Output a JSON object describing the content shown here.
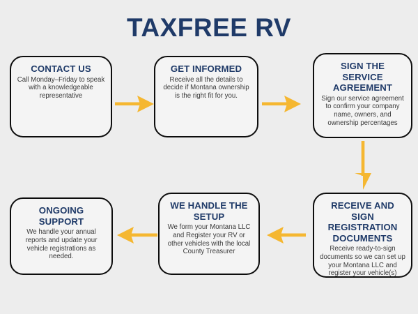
{
  "header": {
    "title": "TAXFREE RV"
  },
  "colors": {
    "background": "#ededed",
    "brand_navy": "#1f3a68",
    "arrow_amber": "#f5b731",
    "box_fill": "#f4f4f4",
    "box_border": "#0d0d0d",
    "body_text": "#3a3a3a"
  },
  "flow": {
    "steps": [
      {
        "id": "contact-us",
        "heading": "CONTACT US",
        "body": "Call Monday–Friday to speak with a knowledgeable representative"
      },
      {
        "id": "get-informed",
        "heading": "GET INFORMED",
        "body": "Receive all the details to decide if Montana ownership is the right fit for you."
      },
      {
        "id": "sign-the-service-agreement",
        "heading": "SIGN THE SERVICE AGREEMENT",
        "body": "Sign our service agreement to confirm your company name, owners, and ownership percentages"
      },
      {
        "id": "receive-and-sign-registration-documents",
        "heading": "RECEIVE AND SIGN REGISTRATION DOCUMENTS",
        "body": "Receive ready-to-sign documents so we can set up your Montana LLC and register your vehicle(s)"
      },
      {
        "id": "we-handle-the-setup",
        "heading": "WE HANDLE THE SETUP",
        "body": "We form your Montana LLC and Register your RV or other vehicles with the local County Treasurer"
      },
      {
        "id": "ongoing-support",
        "heading": "ONGOING SUPPORT",
        "body": "We handle your annual reports and update your vehicle registrations as needed."
      }
    ],
    "connectors": [
      {
        "id": "contact-to-informed",
        "direction": "right"
      },
      {
        "id": "informed-to-sign",
        "direction": "right"
      },
      {
        "id": "sign-to-receive",
        "direction": "down"
      },
      {
        "id": "receive-to-setup",
        "direction": "left"
      },
      {
        "id": "setup-to-ongoing",
        "direction": "left"
      }
    ]
  }
}
